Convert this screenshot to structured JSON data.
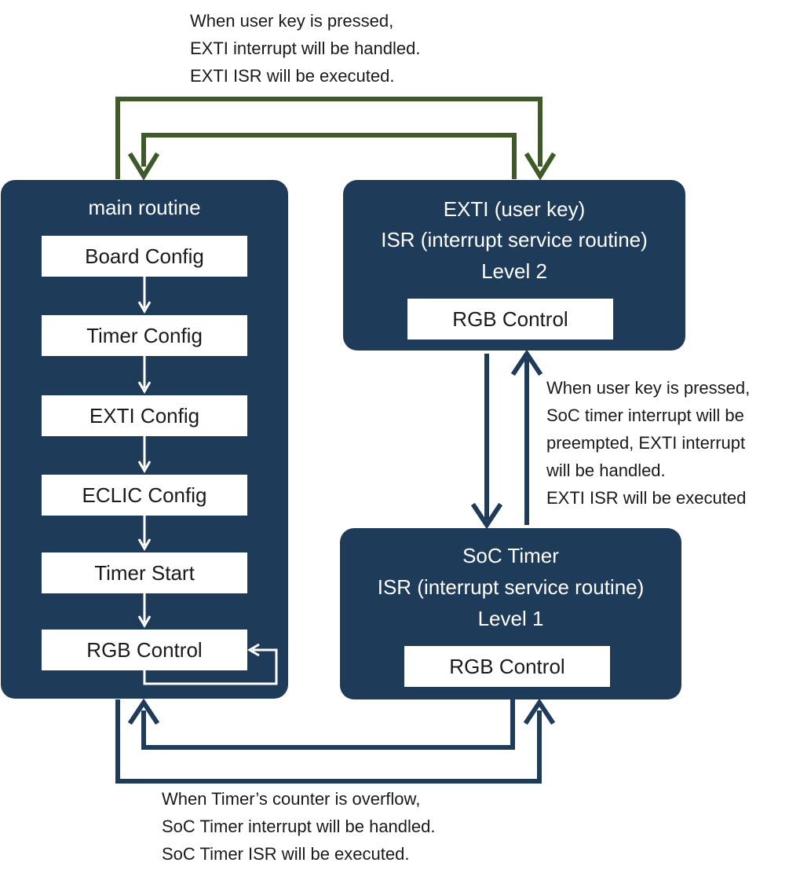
{
  "colors": {
    "box_fill": "#1f3b5a",
    "exti_arrow": "#3d5a28",
    "timer_arrow": "#1f3b5a",
    "inner_arrow": "#ffffff"
  },
  "main_routine": {
    "title": "main routine",
    "steps": [
      "Board Config",
      "Timer Config",
      "EXTI Config",
      "ECLIC Config",
      "Timer Start",
      "RGB Control"
    ]
  },
  "exti_isr": {
    "title_lines": [
      "EXTI (user key)",
      "ISR (interrupt service routine)",
      "Level 2"
    ],
    "inner": "RGB Control"
  },
  "timer_isr": {
    "title_lines": [
      "SoC Timer",
      "ISR (interrupt service routine)",
      "Level 1"
    ],
    "inner": "RGB Control"
  },
  "notes": {
    "top": [
      "When user key is pressed,",
      "EXTI interrupt will be handled.",
      "EXTI ISR will be executed."
    ],
    "right": [
      "When user key is pressed,",
      "SoC timer interrupt will be",
      "preempted, EXTI interrupt",
      "will be handled.",
      "EXTI ISR will be executed"
    ],
    "bottom": [
      "When Timer’s counter is overflow,",
      "SoC Timer  interrupt will be handled.",
      "SoC Timer ISR will be executed."
    ]
  }
}
